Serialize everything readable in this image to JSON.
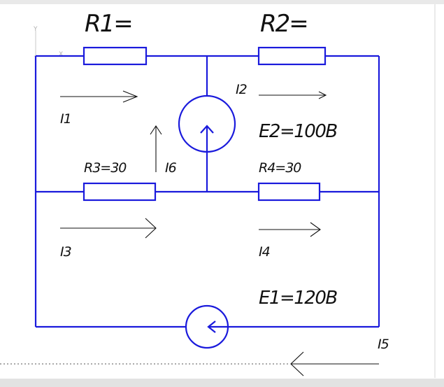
{
  "labels": {
    "r1": "R1=",
    "r2": "R2=",
    "r3": "R3=30",
    "r4": "R4=30",
    "e1": "E1=120B",
    "e2": "E2=100B",
    "i1": "I1",
    "i2": "I2",
    "i3": "I3",
    "i4": "I4",
    "i5": "I5",
    "i6": "I6"
  },
  "axis": {
    "x": "X",
    "y": "Y"
  },
  "colors": {
    "wire": "#1a1adc",
    "arrow": "#111111",
    "background": "#ffffff"
  }
}
